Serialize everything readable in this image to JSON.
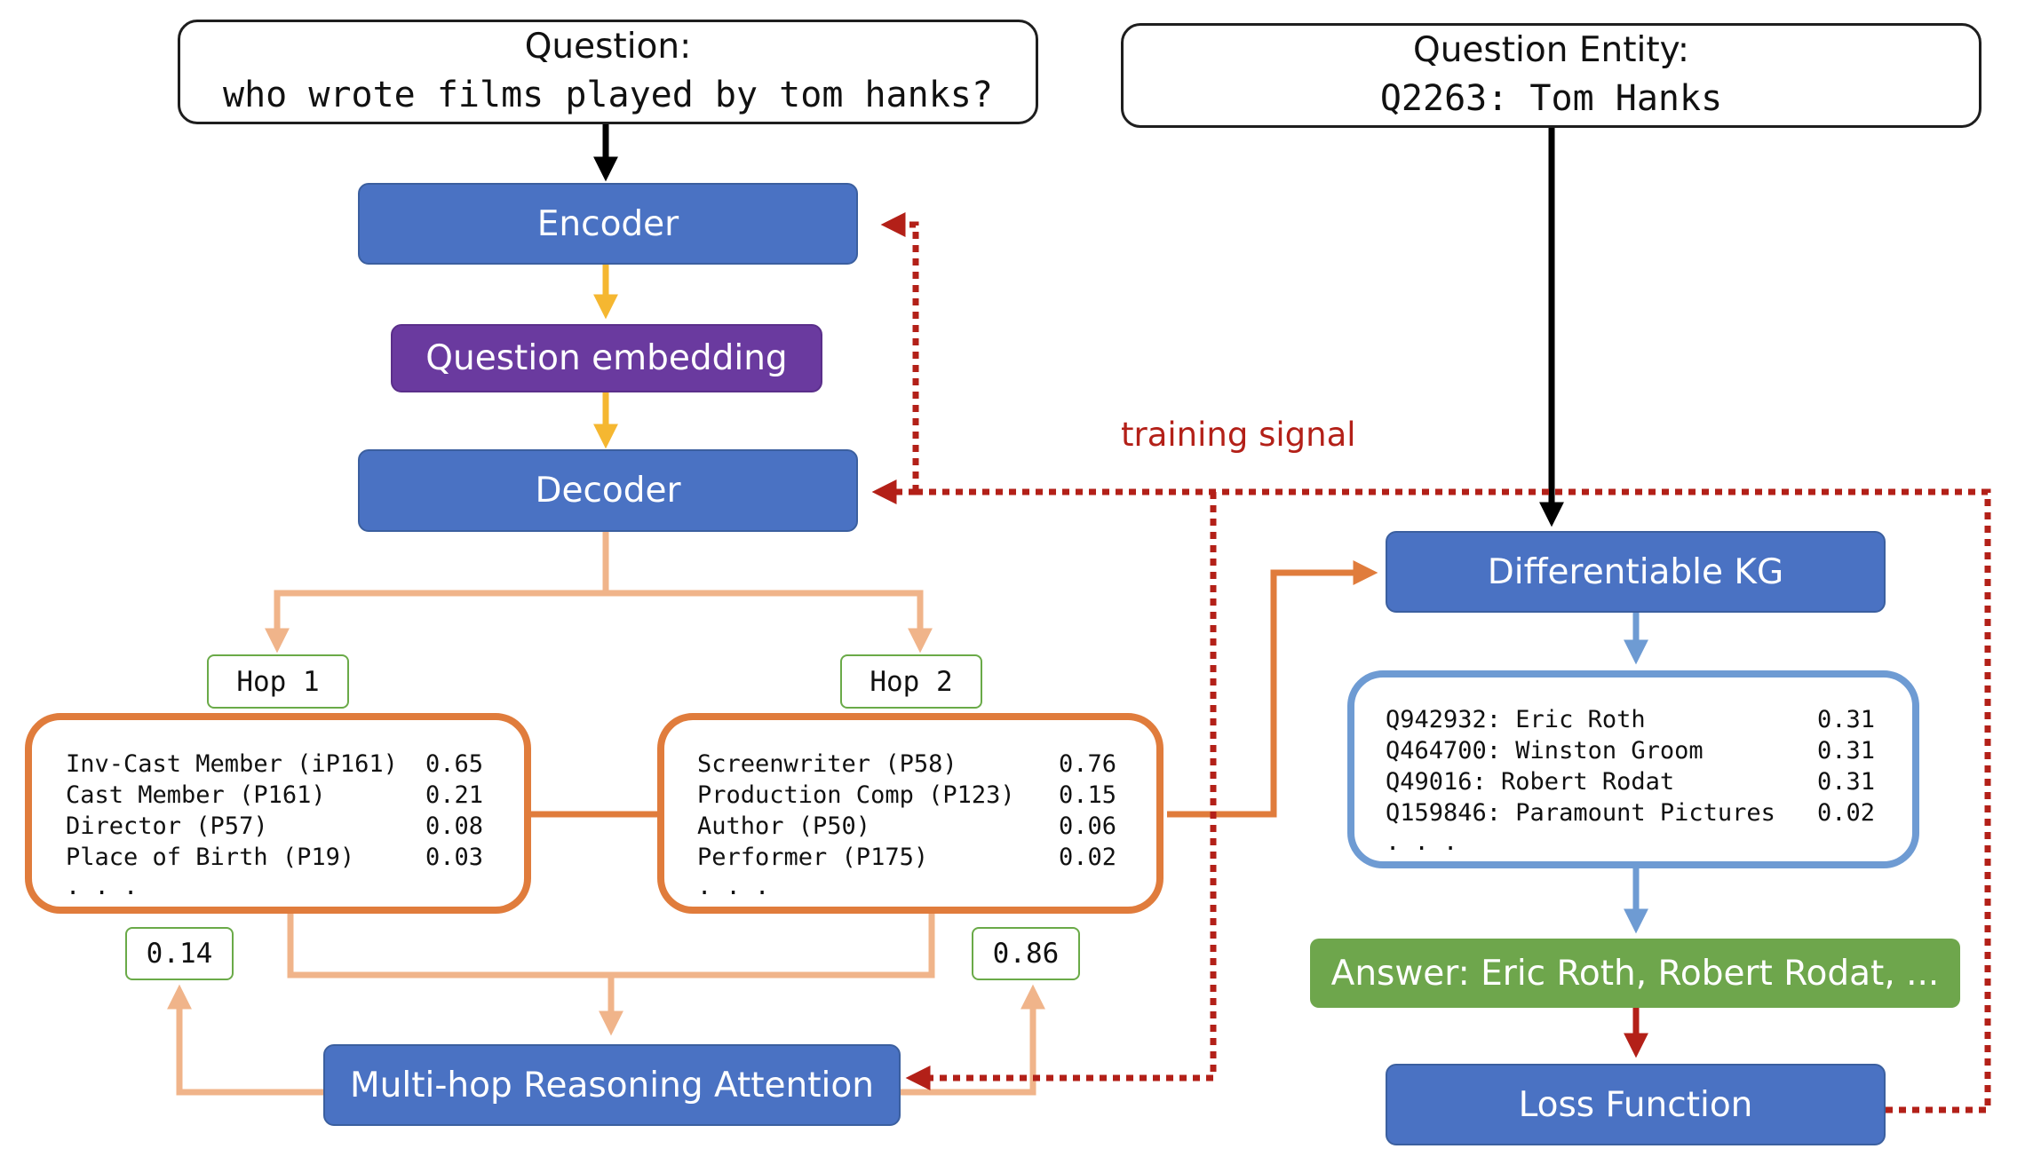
{
  "question": {
    "label": "Question:",
    "text": "who wrote films played by tom hanks?"
  },
  "question_entity": {
    "label": "Question Entity:",
    "text": "Q2263: Tom Hanks"
  },
  "nodes": {
    "encoder": "Encoder",
    "question_embedding": "Question embedding",
    "decoder": "Decoder",
    "differentiable_kg": "Differentiable KG",
    "multi_hop_attention": "Multi-hop Reasoning Attention",
    "answer": "Answer: Eric Roth,  Robert Rodat, ...",
    "loss_function": "Loss Function"
  },
  "training_signal": "training signal",
  "hops": [
    {
      "label": "Hop  1",
      "weight": "0.14",
      "relations": [
        {
          "name": "Inv-Cast Member (iP161)",
          "score": "0.65"
        },
        {
          "name": "Cast Member (P161)",
          "score": "0.21"
        },
        {
          "name": "Director (P57)",
          "score": "0.08"
        },
        {
          "name": "Place of Birth (P19)",
          "score": "0.03"
        }
      ],
      "ellipsis": ". . ."
    },
    {
      "label": "Hop  2",
      "weight": "0.86",
      "relations": [
        {
          "name": "Screenwriter (P58)",
          "score": "0.76"
        },
        {
          "name": "Production Comp (P123)",
          "score": "0.15"
        },
        {
          "name": "Author (P50)",
          "score": "0.06"
        },
        {
          "name": "Performer (P175)",
          "score": "0.02"
        }
      ],
      "ellipsis": ". . ."
    }
  ],
  "kg_entities": [
    {
      "name": "Q942932: Eric Roth",
      "score": "0.31"
    },
    {
      "name": "Q464700: Winston Groom",
      "score": "0.31"
    },
    {
      "name": "Q49016: Robert Rodat",
      "score": "0.31"
    },
    {
      "name": "Q159846: Paramount Pictures",
      "score": "0.02"
    }
  ],
  "kg_ellipsis": ". . .",
  "colors": {
    "node_blue": "#4a72c3",
    "embedding_purple": "#6a3a9f",
    "answer_green": "#6ea64c",
    "hop_orange": "#e07c3c",
    "light_orange": "#f0b48a",
    "arrow_yellow": "#f5b731",
    "kg_blue": "#6e9bd3",
    "signal_red": "#b32018"
  }
}
